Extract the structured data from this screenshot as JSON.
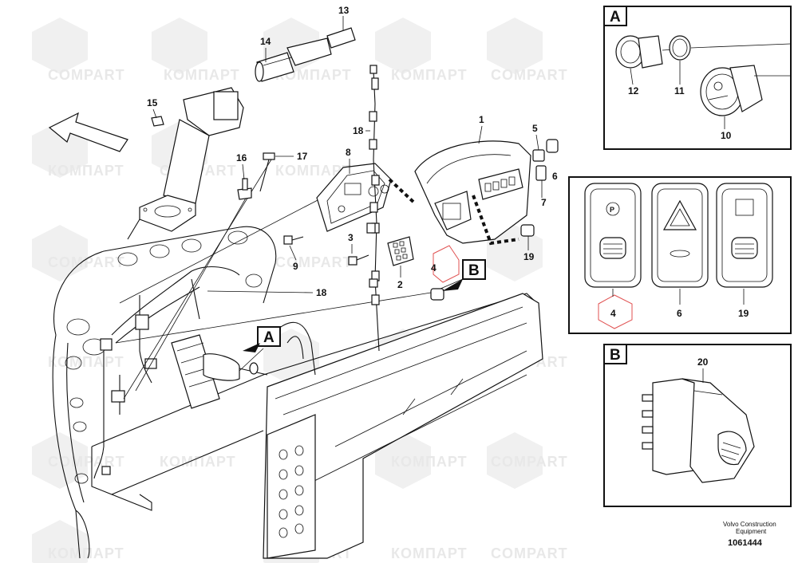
{
  "watermark": {
    "text_cyrillic": "КОМПАРТ",
    "text_latin": "COMPART"
  },
  "callouts": {
    "c1": "1",
    "c2": "2",
    "c3": "3",
    "c4": "4",
    "c5": "5",
    "c6": "6",
    "c7": "7",
    "c8": "8",
    "c9": "9",
    "c13": "13",
    "c14": "14",
    "c15": "15",
    "c16": "16",
    "c17": "17",
    "c18a": "18",
    "c18b": "18",
    "c19": "19"
  },
  "view_markers": {
    "a": "A",
    "b": "B"
  },
  "inset_a": {
    "letter": "A",
    "labels": [
      "12",
      "11",
      "10"
    ]
  },
  "inset_switches": {
    "labels": [
      "4",
      "6",
      "19"
    ]
  },
  "inset_b": {
    "letter": "B",
    "label": "20"
  },
  "footer": {
    "line1": "Volvo Construction",
    "line2": "Equipment",
    "doc_number": "1061444"
  }
}
